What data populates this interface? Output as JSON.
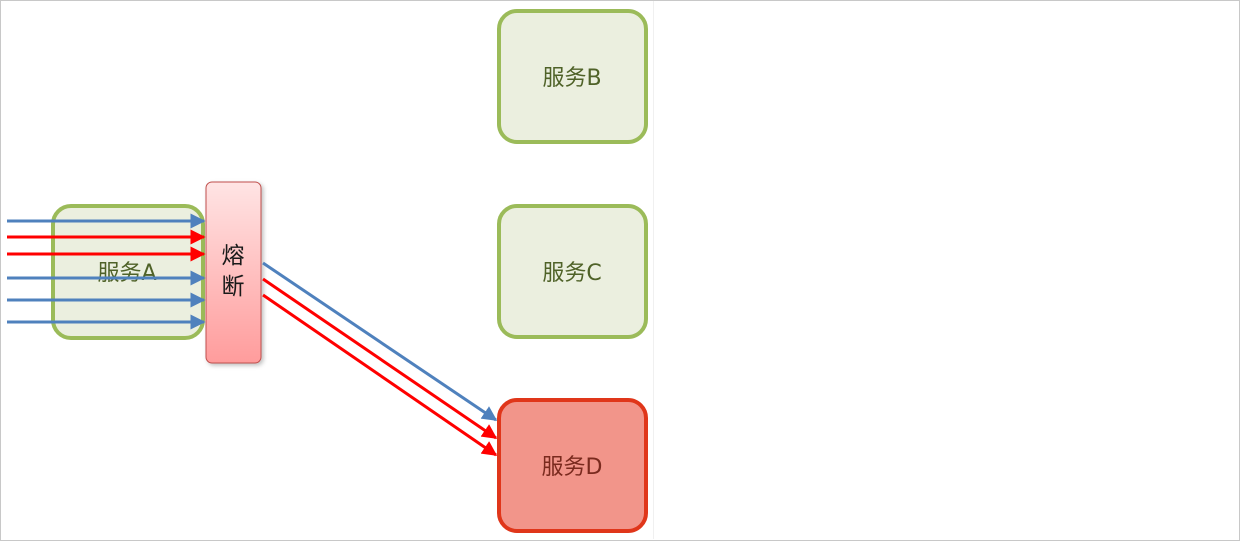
{
  "diagram": {
    "services": {
      "a": {
        "label": "服务A"
      },
      "b": {
        "label": "服务B"
      },
      "c": {
        "label": "服务C"
      },
      "d": {
        "label": "服务D"
      }
    },
    "breaker": {
      "chars": [
        "熔",
        "断"
      ]
    },
    "colors": {
      "service_fill": "#ebefdf",
      "service_stroke": "#9bbb59",
      "service_text": "#4f6228",
      "failed_fill": "#f2958a",
      "failed_stroke": "#e0361a",
      "failed_text": "#7a2a1e",
      "breaker_fill_top": "#ffe4e4",
      "breaker_fill_bottom": "#ff9c9c",
      "breaker_stroke": "#c0504d",
      "normal_request": "#4f81bd",
      "failed_request": "#ff0000"
    }
  }
}
